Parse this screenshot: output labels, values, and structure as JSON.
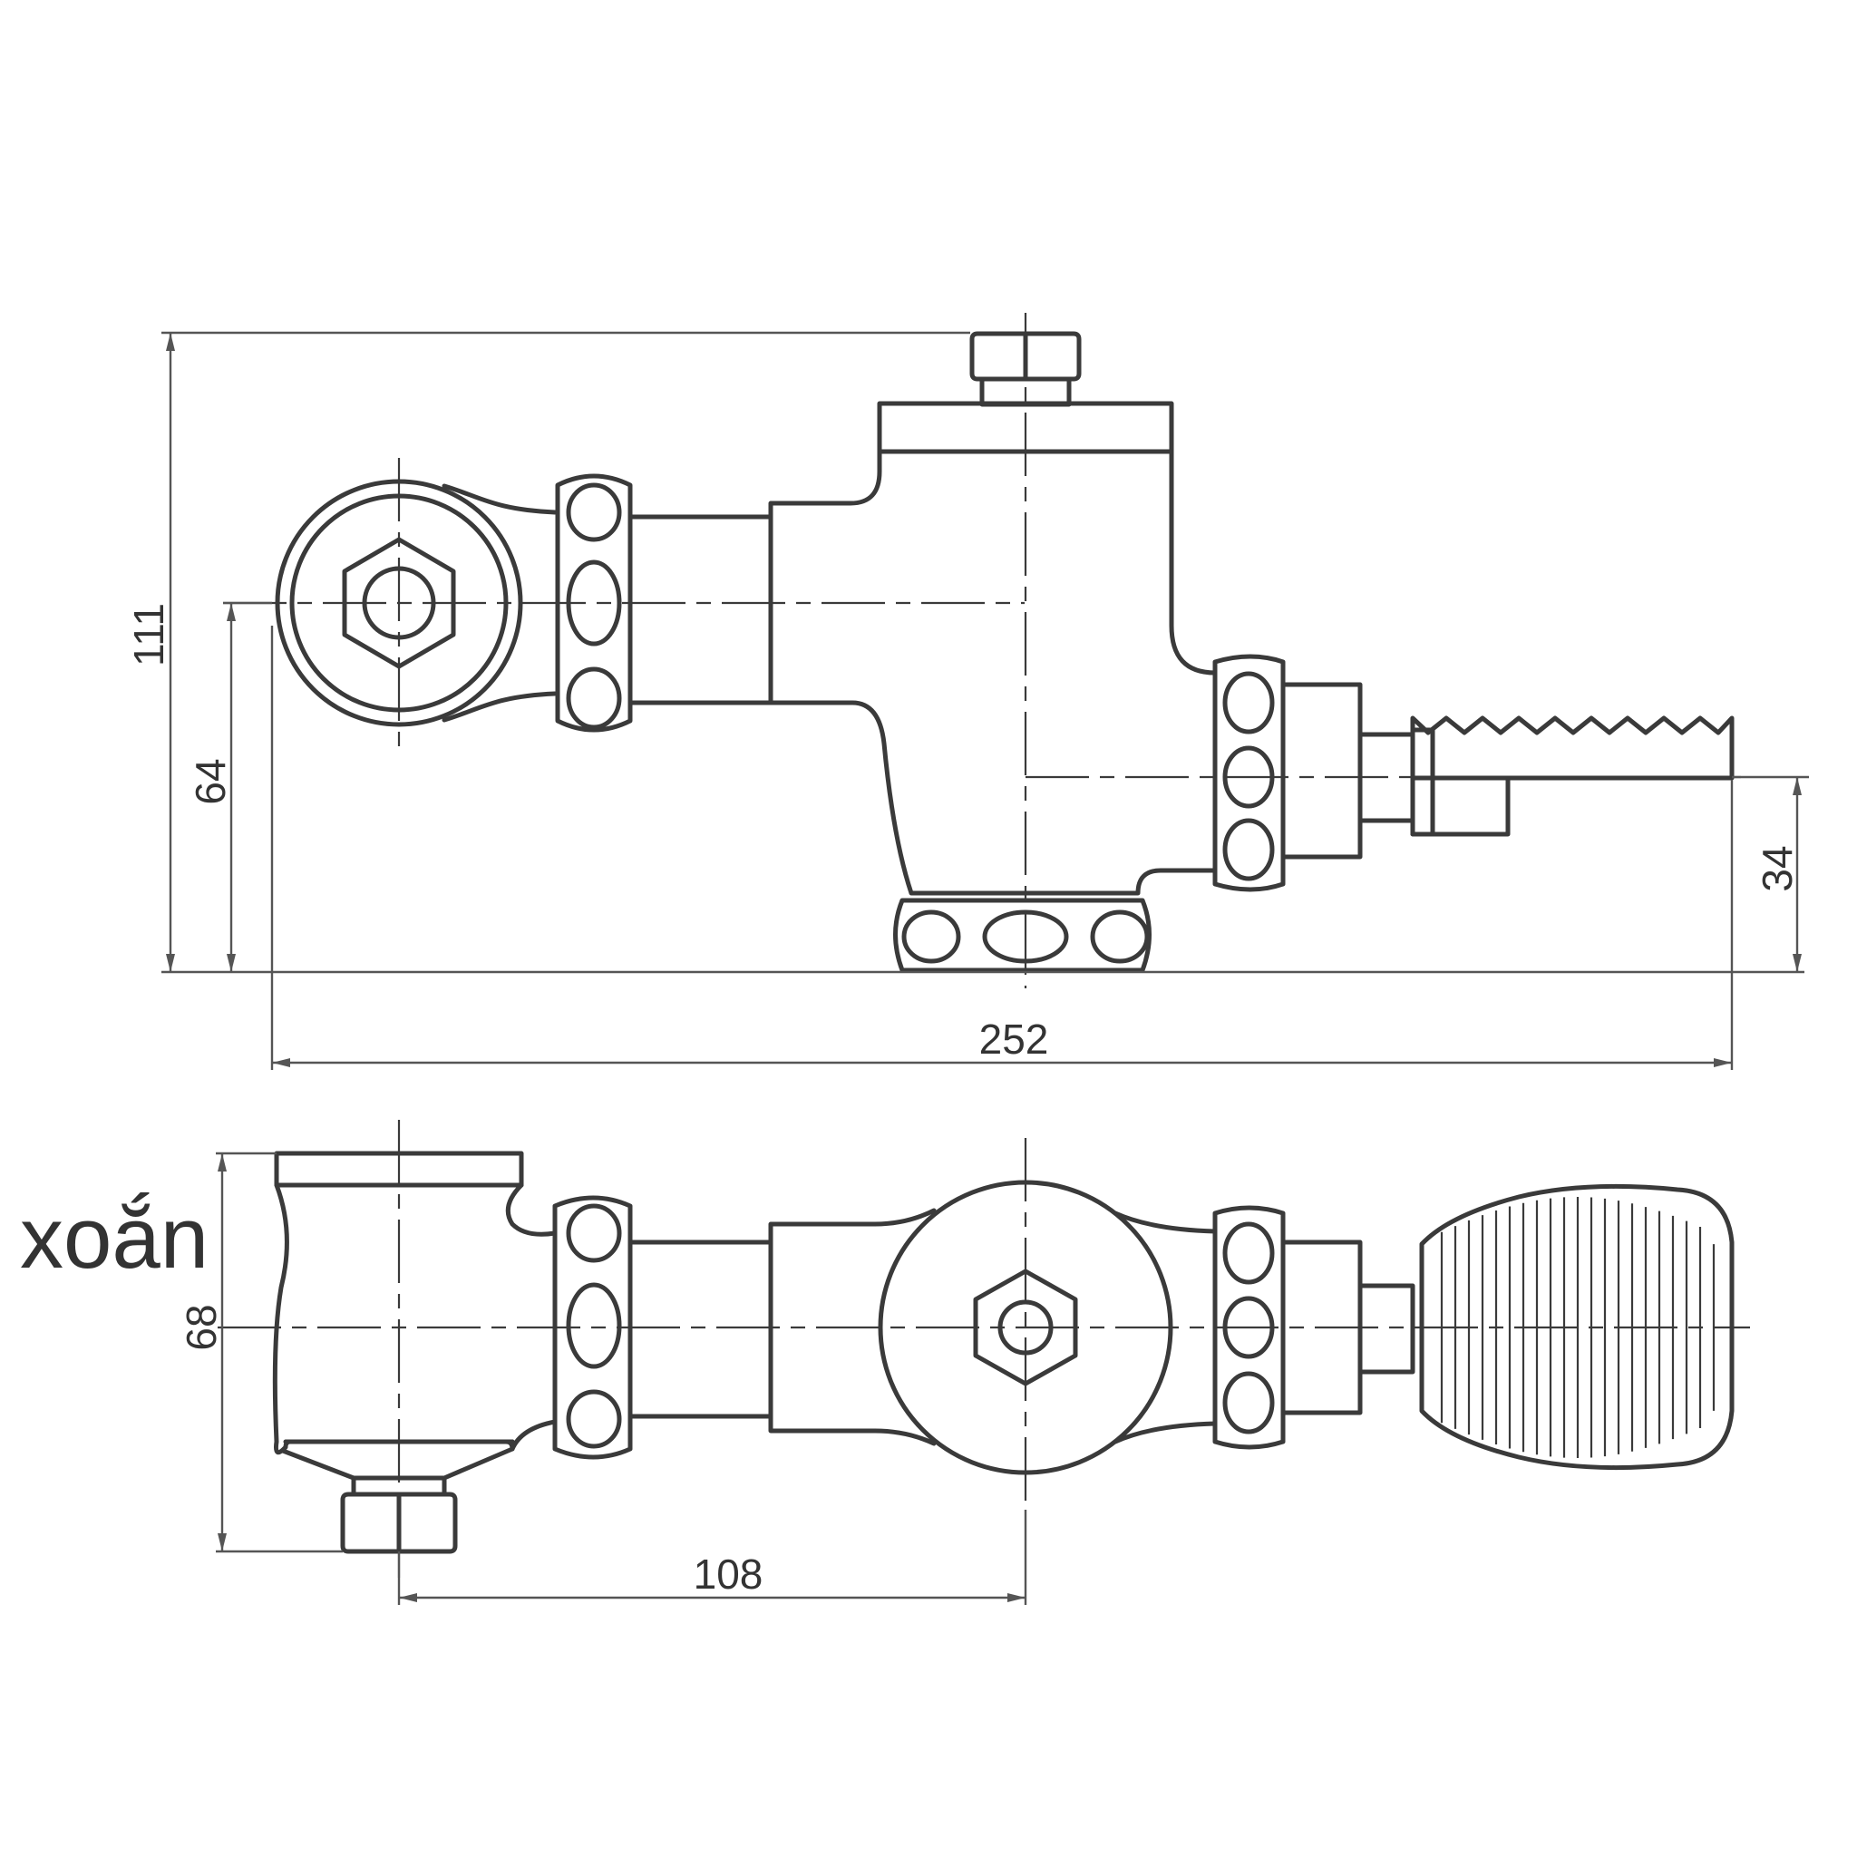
{
  "label": "xoắn",
  "dimensions": {
    "overall_height": "111",
    "center_height": "64",
    "pedal_height": "34",
    "overall_length": "252",
    "body_depth": "68",
    "center_distance": "108"
  }
}
